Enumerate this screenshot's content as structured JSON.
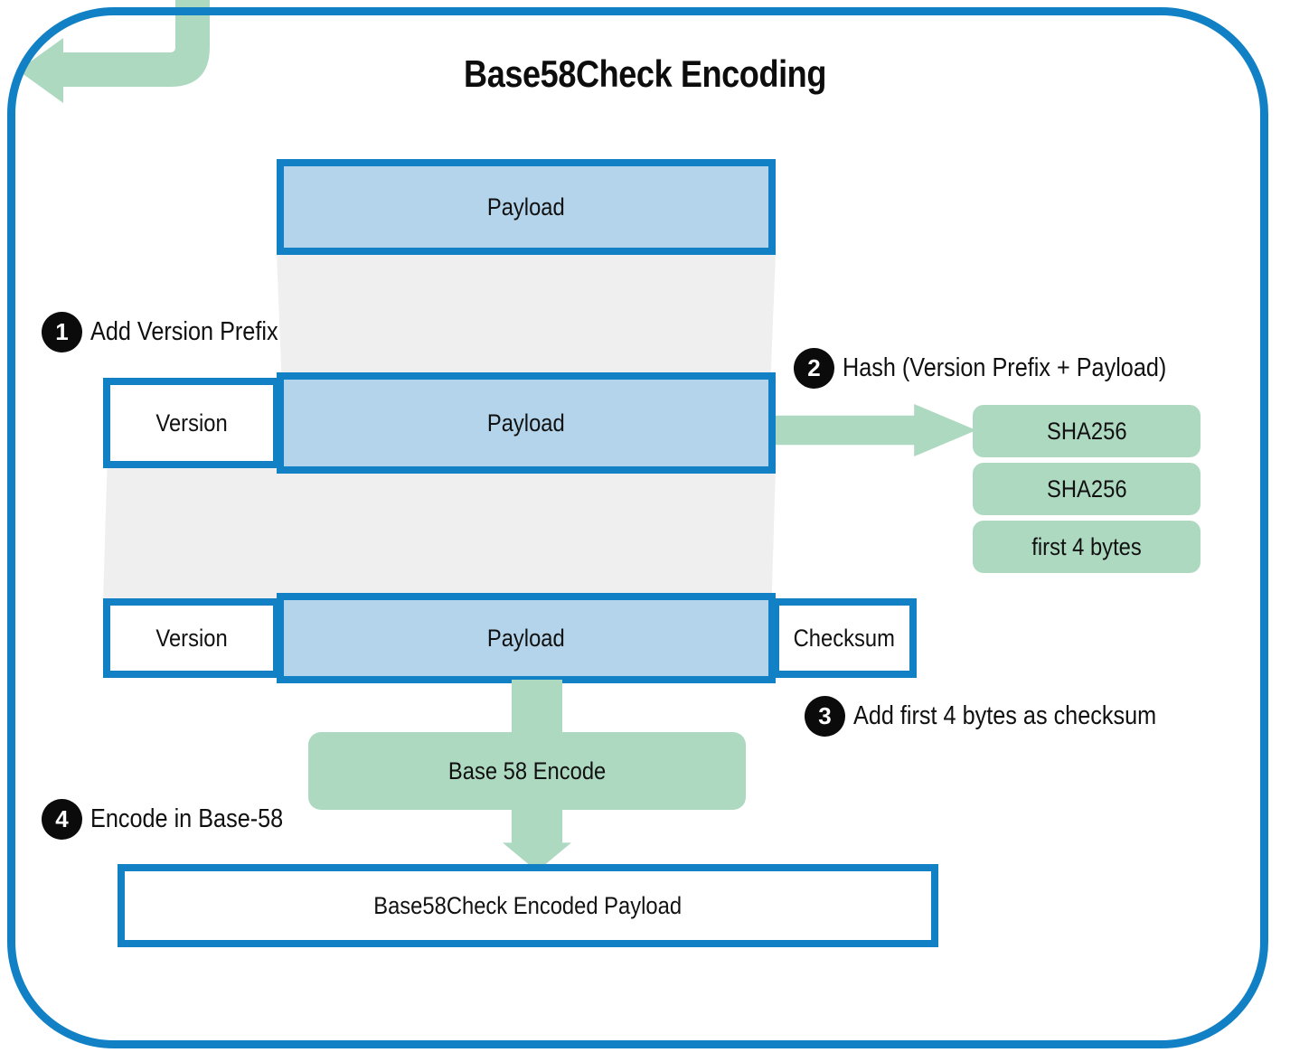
{
  "diagram": {
    "title": "Base58Check Encoding",
    "colors": {
      "frame_blue": "#1180c4",
      "payload_fill": "#b3d4ea",
      "process_green": "#aed9c1",
      "funnel_grey": "#efefef",
      "badge_black": "#0b0b0b"
    }
  },
  "rows": {
    "row1": {
      "payload": "Payload"
    },
    "row2": {
      "version": "Version",
      "payload": "Payload"
    },
    "row3": {
      "version": "Version",
      "payload": "Payload",
      "checksum": "Checksum"
    }
  },
  "hash_chain": [
    {
      "label": "SHA256"
    },
    {
      "label": "SHA256"
    },
    {
      "label": "first 4 bytes"
    }
  ],
  "encode": {
    "process": "Base 58 Encode",
    "result": "Base58Check Encoded Payload"
  },
  "steps": [
    {
      "number": "1",
      "label": "Add Version Prefix"
    },
    {
      "number": "2",
      "label": "Hash (Version Prefix + Payload)"
    },
    {
      "number": "3",
      "label": "Add first 4 bytes as checksum"
    },
    {
      "number": "4",
      "label": "Encode in Base-58"
    }
  ]
}
